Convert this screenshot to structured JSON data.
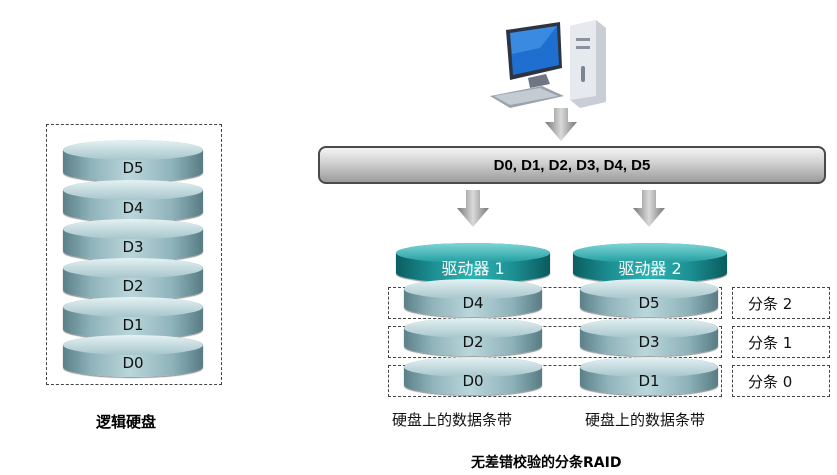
{
  "logical_disk": {
    "segments": [
      "D5",
      "D4",
      "D3",
      "D2",
      "D1",
      "D0"
    ],
    "caption": "逻辑硬盘"
  },
  "bus": {
    "label": "D0, D1, D2, D3, D4, D5"
  },
  "drives": [
    {
      "name": "驱动器 1",
      "stripes": [
        "D4",
        "D2",
        "D0"
      ],
      "caption": "硬盘上的数据条带"
    },
    {
      "name": "驱动器 2",
      "stripes": [
        "D5",
        "D3",
        "D1"
      ],
      "caption": "硬盘上的数据条带"
    }
  ],
  "stripe_labels": [
    "分条 2",
    "分条 1",
    "分条 0"
  ],
  "diagram_title": "无差错校验的分条RAID",
  "icons": {
    "host": "desktop-computer-icon",
    "arrow": "down-arrow-icon"
  }
}
